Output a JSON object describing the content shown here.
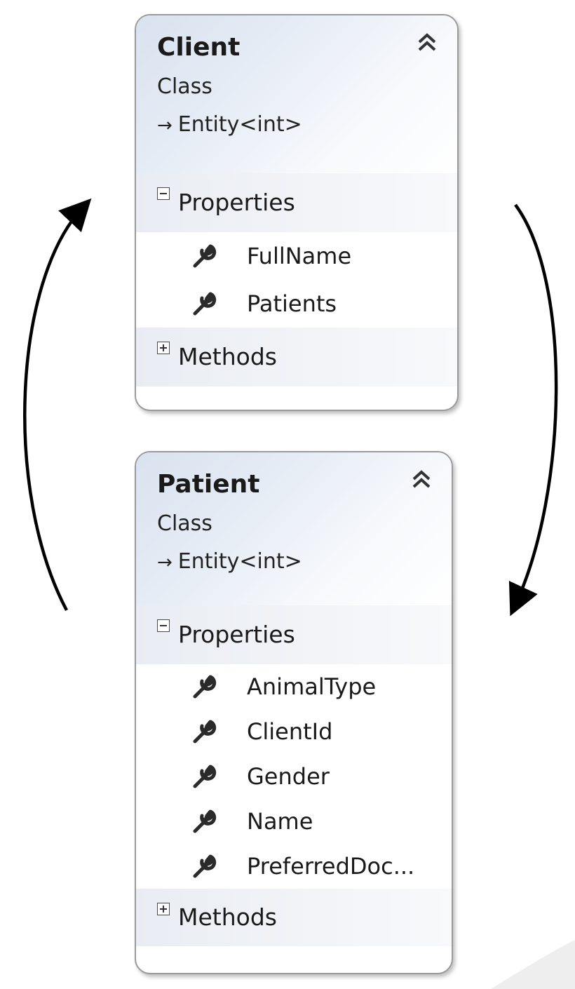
{
  "classes": [
    {
      "name": "Client",
      "stereotype": "Class",
      "base_glyph": "→",
      "base": "Entity<int>",
      "properties_label": "Properties",
      "properties": [
        "FullName",
        "Patients"
      ],
      "methods_label": "Methods"
    },
    {
      "name": "Patient",
      "stereotype": "Class",
      "base_glyph": "→",
      "base": "Entity<int>",
      "properties_label": "Properties",
      "properties": [
        "AnimalType",
        "ClientId",
        "Gender",
        "Name",
        "PreferredDoc..."
      ],
      "methods_label": "Methods"
    }
  ],
  "icons": {
    "collapse": "double-chevron-up-icon",
    "property": "wrench-icon",
    "expanded_toggle": "minus-box-icon",
    "collapsed_toggle": "plus-box-icon"
  },
  "colors": {
    "header_gradient_start": "#d9e2ef",
    "border": "#9a9a9a",
    "arrow": "#000000"
  }
}
